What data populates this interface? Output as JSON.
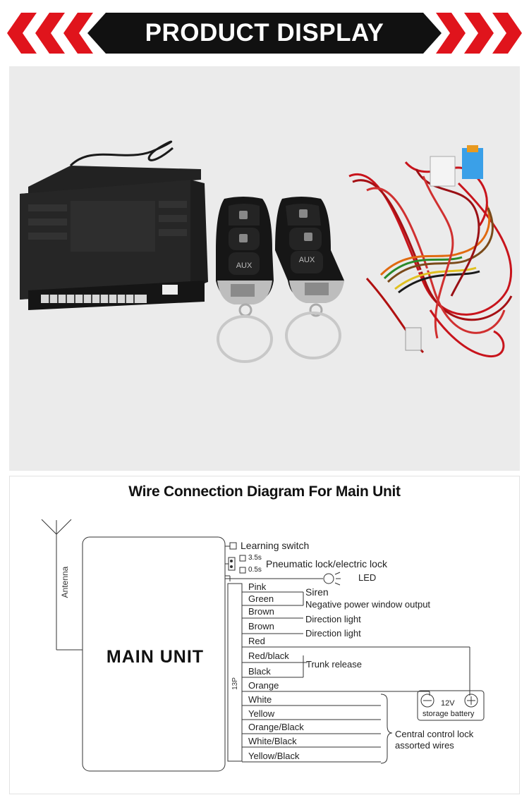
{
  "banner": {
    "title": "PRODUCT DISPLAY",
    "colors": {
      "chevron_red": "#e0141c",
      "bar_black": "#111111"
    }
  },
  "photo": {
    "remote_button_label": "AUX",
    "remote_button_label_2": "AUX",
    "background": "#ebebeb"
  },
  "diagram": {
    "title": "Wire Connection Diagram For Main Unit",
    "main_unit": "MAIN UNIT",
    "antenna": "Antenna",
    "connector": "13P",
    "learning_switch": "Learning switch",
    "delay_35": "3.5s",
    "delay_05": "0.5s",
    "lock_type": "Pneumatic lock/electric lock",
    "led": "LED",
    "wires": [
      {
        "color": "Pink",
        "function": "Siren"
      },
      {
        "color": "Green",
        "function": "Negative power window output"
      },
      {
        "color": "Brown",
        "function": "Direction light"
      },
      {
        "color": "Brown",
        "function": "Direction light"
      },
      {
        "color": "Red",
        "function": ""
      },
      {
        "color": "Red/black",
        "function": "Trunk release"
      },
      {
        "color": "Black",
        "function": ""
      },
      {
        "color": "Orange",
        "function": ""
      },
      {
        "color": "White",
        "function": ""
      },
      {
        "color": "Yellow",
        "function": ""
      },
      {
        "color": "Orange/Black",
        "function": ""
      },
      {
        "color": "White/Black",
        "function": ""
      },
      {
        "color": "Yellow/Black",
        "function": ""
      }
    ],
    "battery": {
      "voltage": "12V",
      "label": "storage battery"
    },
    "central_lock": {
      "line1": "Central control lock",
      "line2": "assorted wires"
    }
  }
}
